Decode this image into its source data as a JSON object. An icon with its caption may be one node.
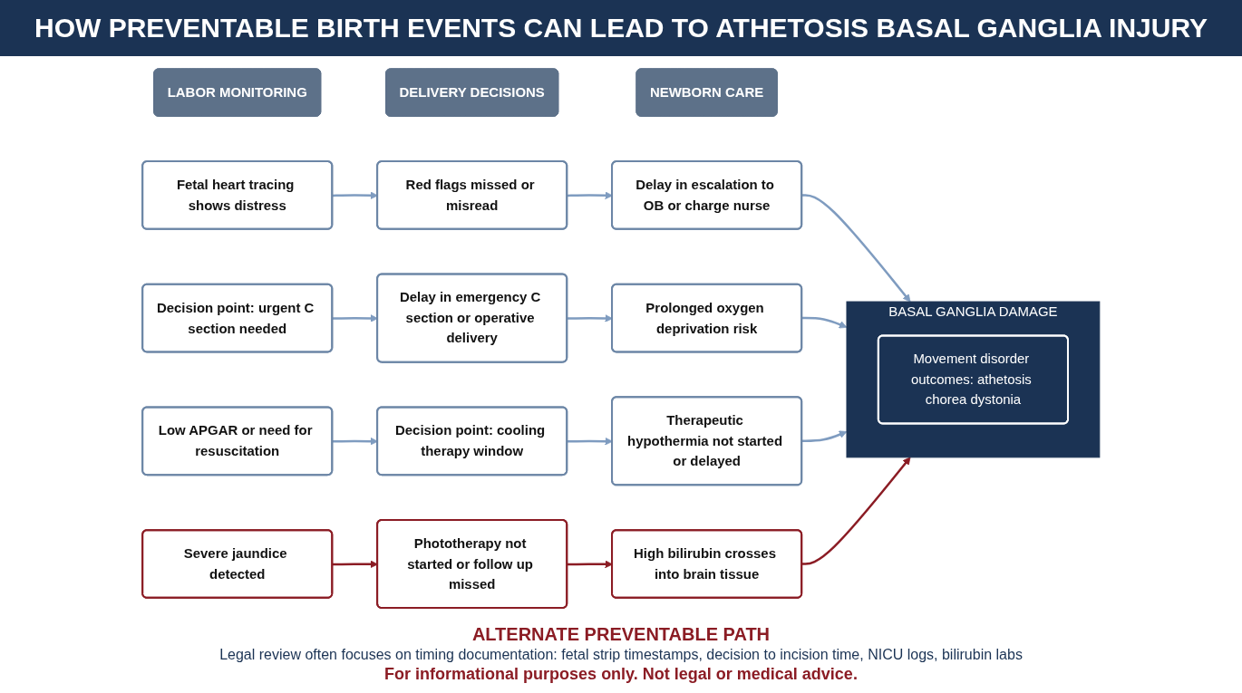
{
  "diagram": {
    "title": "HOW PREVENTABLE BIRTH EVENTS CAN LEAD TO ATHETOSIS BASAL GANGLIA INJURY",
    "nodes": [
      {
        "text": [
          "LABOR MONITORING"
        ]
      },
      {
        "text": [
          "DELIVERY DECISIONS"
        ]
      },
      {
        "text": [
          "NEWBORN CARE"
        ]
      },
      {
        "text": [
          "Fetal heart tracing shows distress"
        ]
      },
      {
        "text": [
          "Red flags missed or misread"
        ]
      },
      {
        "text": [
          "Delay in escalation to OB or charge nurse"
        ]
      },
      {
        "text": [
          "Decision point: urgent C section needed"
        ]
      },
      {
        "text": [
          "Delay in emergency C section or operative delivery"
        ]
      },
      {
        "text": [
          "Prolonged oxygen deprivation risk"
        ]
      },
      {
        "text": [
          "Low APGAR or need for resuscitation"
        ]
      },
      {
        "text": [
          "Decision point: cooling therapy window"
        ]
      },
      {
        "text": [
          "Therapeutic hypothermia not started or delayed"
        ]
      },
      {
        "text": [
          "Severe jaundice detected"
        ]
      },
      {
        "text": [
          "Phototherapy not started or follow up missed"
        ]
      },
      {
        "text": [
          "High bilirubin crosses into brain tissue"
        ]
      },
      {
        "text": [
          "BASAL GANGLIA DAMAGE"
        ]
      },
      {
        "text": [
          "Movement disorder outcomes: athetosis chorea dystonia"
        ],
        "in": 15
      }
    ],
    "edges": [
      {
        "from": 3,
        "to": 4,
        "arrow": "to"
      },
      {
        "from": 4,
        "to": 5,
        "arrow": "to"
      },
      {
        "from": 5,
        "to": 15,
        "arrow": "to"
      },
      {
        "from": 6,
        "to": 7,
        "arrow": "to"
      },
      {
        "from": 7,
        "to": 8,
        "arrow": "to"
      },
      {
        "from": 8,
        "to": 15,
        "arrow": "to"
      },
      {
        "from": 9,
        "to": 10,
        "arrow": "to"
      },
      {
        "from": 10,
        "to": 11,
        "arrow": "to"
      },
      {
        "from": 11,
        "to": 15,
        "arrow": "to"
      },
      {
        "from": 12,
        "to": 13,
        "arrow": "to",
        "color": "#8b1c24"
      },
      {
        "from": 13,
        "to": 14,
        "arrow": "to",
        "color": "#8b1c24"
      },
      {
        "from": 14,
        "to": 15,
        "arrow": "to",
        "color": "#8b1c24"
      }
    ],
    "labels": [
      "ALTERNATE PREVENTABLE PATH",
      "Legal review often focuses on timing documentation: fetal strip timestamps, decision to incision time, NICU logs, bilirubin labs",
      "For informational purposes only. Not legal or medical advice."
    ]
  }
}
